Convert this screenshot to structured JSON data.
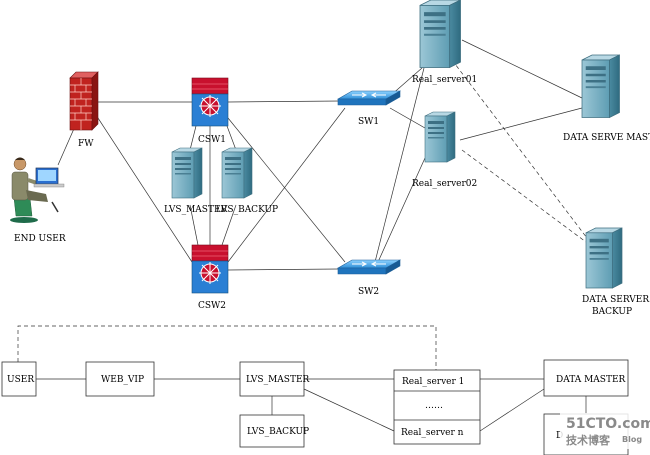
{
  "topology": {
    "labels": {
      "fw": "FW",
      "end_user": "END USER",
      "csw1": "CSW1",
      "csw2": "CSW2",
      "lvs_master": "LVS_MASTER",
      "lvs_backup": "LVS_BACKUP",
      "sw1": "SW1",
      "sw2": "SW2",
      "real_server01": "Real_server01",
      "real_server02": "Real_server02",
      "data_master_line1": "DATA SERVE MASTER",
      "data_backup_line1": "DATA SERVER",
      "data_backup_line2": "BACKUP"
    }
  },
  "flow": {
    "boxes": {
      "user": "USER",
      "web_vip": "WEB_VIP",
      "lvs_master": "LVS_MASTER",
      "lvs_backup": "LVS_BACKUP",
      "real_server_1": "Real_server 1",
      "ellipsis": "……",
      "real_server_n": "Real_server n",
      "data_master": "DATA MASTER",
      "data_backup_partial": "D"
    }
  },
  "watermark": {
    "domain": "51CTO.com",
    "subtitle": "技术博客",
    "blog": "Blog"
  },
  "colors": {
    "server": "#7fb3c6",
    "server_dark": "#4f8fa6",
    "switch": "#2f8fd8",
    "router_red": "#c8102e",
    "router_blue": "#2a7fd4",
    "firewall": "#c0231f",
    "watermark": "#888888"
  }
}
